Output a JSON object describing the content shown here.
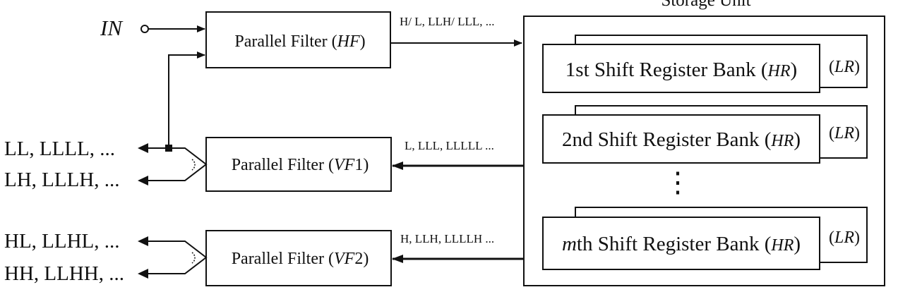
{
  "storage_unit": {
    "title": "Storage Unit",
    "banks": [
      {
        "prefix": "1st",
        "label": "Shift Register Bank (",
        "hr": "HR",
        "close": ")",
        "lr_open": "(",
        "lr": "LR",
        "lr_close": ")"
      },
      {
        "prefix": "2nd",
        "label": "Shift Register Bank (",
        "hr": "HR",
        "close": ")",
        "lr_open": "(",
        "lr": "LR",
        "lr_close": ")"
      },
      {
        "prefix": "m",
        "prefix_rest": "th",
        "label": "Shift Register Bank (",
        "hr": "HR",
        "close": ")",
        "lr_open": "(",
        "lr": "LR",
        "lr_close": ")"
      }
    ],
    "ellipsis_dots": "⋮"
  },
  "input": {
    "label": "IN"
  },
  "filters": {
    "hf": {
      "text": "Parallel Filter (",
      "italic": "HF",
      "close": ")"
    },
    "vf1": {
      "text": "Parallel Filter (",
      "italic": "VF",
      "suffix": "1)"
    },
    "vf2": {
      "text": "Parallel Filter (",
      "italic": "VF",
      "suffix": "2)"
    }
  },
  "signals": {
    "hf_to_storage": "H/ L, LLH/ LLL, ...",
    "storage_to_vf1": "L, LLL, LLLLL ...",
    "storage_to_vf2": "H, LLH, LLLLH ..."
  },
  "outputs": {
    "ll": "LL, LLLL, ...",
    "lh": "LH, LLLH, ...",
    "hl": "HL, LLHL, ...",
    "hh": "HH, LLHH, ..."
  }
}
